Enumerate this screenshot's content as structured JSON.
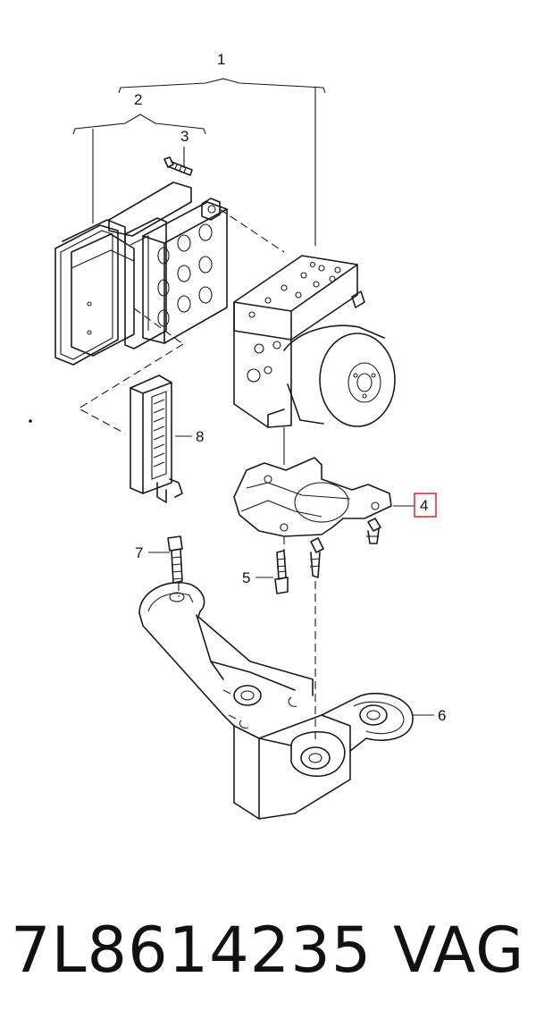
{
  "diagram": {
    "callouts": {
      "c1": "1",
      "c2": "2",
      "c3": "3",
      "c4": "4",
      "c5": "5",
      "c6": "6",
      "c7": "7",
      "c8": "8"
    },
    "highlight_color": "#e0101a"
  },
  "caption": {
    "part_number": "7L8614235",
    "brand": "VAG"
  }
}
